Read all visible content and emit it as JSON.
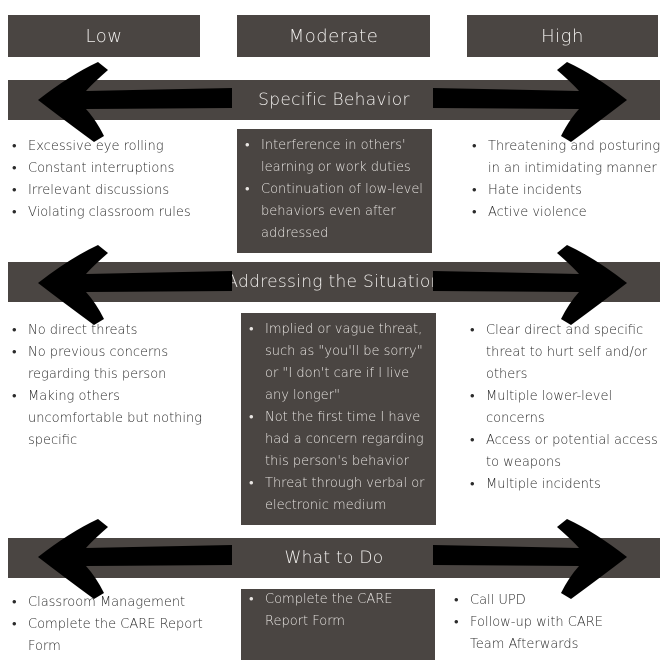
{
  "levels": [
    "Low",
    "Moderate",
    "High"
  ],
  "sections": [
    {
      "title": "Specific Behavior",
      "low": [
        "Excessive eye rolling",
        "Constant interruptions",
        "Irrelevant discussions",
        "Violating classroom rules"
      ],
      "moderate": [
        "Interference in others' learning or work duties",
        "Continuation of low-level behaviors even after addressed"
      ],
      "high": [
        "Threatening and posturing in an intimidating manner",
        "Hate incidents",
        "Active violence"
      ]
    },
    {
      "title": "Addressing the Situation",
      "low": [
        "No direct threats",
        "No previous concerns regarding this person",
        "Making others uncomfortable but nothing specific"
      ],
      "moderate": [
        "Implied or vague threat, such as \"you'll be sorry\" or \"I don't care if I live any longer\"",
        "Not the first time I have had a concern regarding this person's behavior",
        "Threat through verbal or electronic medium"
      ],
      "high": [
        "Clear direct and specific threat to hurt self and/or others",
        "Multiple lower-level concerns",
        "Access or potential access to weapons",
        "Multiple incidents"
      ]
    },
    {
      "title": "What to Do",
      "low": [
        "Classroom Management",
        "Complete the CARE Report Form"
      ],
      "moderate": [
        "Complete the CARE Report Form"
      ],
      "high": [
        "Call UPD",
        "Follow-up with CARE Team Afterwards"
      ]
    }
  ],
  "colors": {
    "panel": "#4a4542",
    "arrow": "#000000"
  }
}
